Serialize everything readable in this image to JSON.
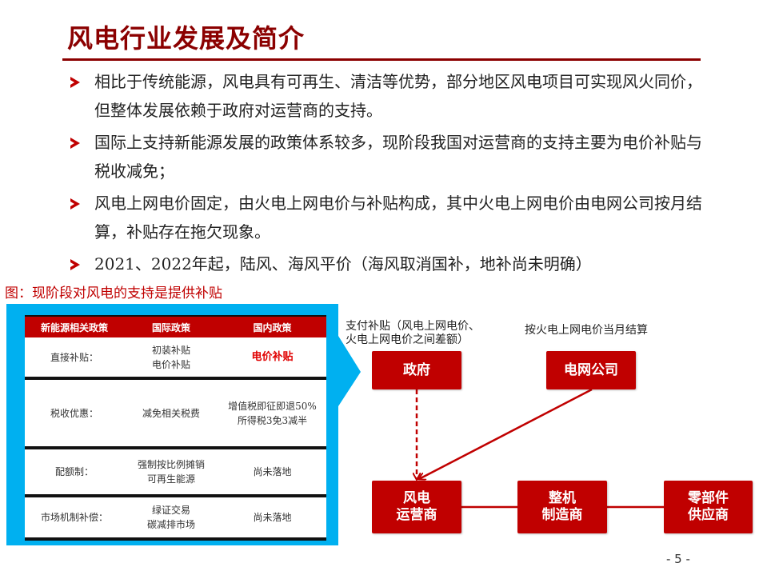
{
  "slide": {
    "title": "风电行业发展及简介",
    "page_number": "- 5 -",
    "colors": {
      "title": "#8b0000",
      "accent": "#c00000",
      "callout": "#00b0f0"
    }
  },
  "bullets": [
    {
      "text": "相比于传统能源，风电具有可再生、清洁等优势，部分地区风电项目可实现风火同价，但整体发展依赖于政府对运营商的支持。"
    },
    {
      "text": "国际上支持新能源发展的政策体系较多，现阶段我国对运营商的支持主要为电价补贴与税收减免；"
    },
    {
      "text": "风电上网电价固定，由火电上网电价与补贴构成，其中火电上网电价由电网公司按月结算，补贴存在拖欠现象。"
    },
    {
      "text": "2021、2022年起，陆风、海风平价（海风取消国补，地补尚未明确）"
    }
  ],
  "figure": {
    "caption": "图：现阶段对风电的支持是提供补贴",
    "table": {
      "headers": [
        "新能源相关政策",
        "国际政策",
        "国内政策"
      ],
      "rows": [
        {
          "policy": "直接补贴：",
          "international": [
            "初装补贴",
            "电价补贴"
          ],
          "domestic": [
            "电价补贴"
          ],
          "highlight": true
        },
        {
          "policy": "税收优惠：",
          "international": [
            "减免相关税费"
          ],
          "domestic": [
            "增值税即征即退50%",
            "所得税3免3减半"
          ],
          "highlight": false
        },
        {
          "policy": "配额制：",
          "international": [
            "强制按比例摊销",
            "可再生能源"
          ],
          "domestic": [
            "尚未落地"
          ],
          "highlight": false
        },
        {
          "policy": "市场机制补偿：",
          "international": [
            "绿证交易",
            "碳减排市场"
          ],
          "domestic": [
            "尚未落地"
          ],
          "highlight": false
        }
      ]
    }
  },
  "diagram": {
    "note_gov": [
      "支付补贴（风电上网电价、",
      "火电上网电价之间差额）"
    ],
    "note_grid": "按火电上网电价当月结算",
    "nodes": {
      "government": [
        "政府"
      ],
      "grid": [
        "电网公司"
      ],
      "operator": [
        "风电",
        "运营商"
      ],
      "manufacturer": [
        "整机",
        "制造商"
      ],
      "supplier": [
        "零部件",
        "供应商"
      ]
    }
  }
}
